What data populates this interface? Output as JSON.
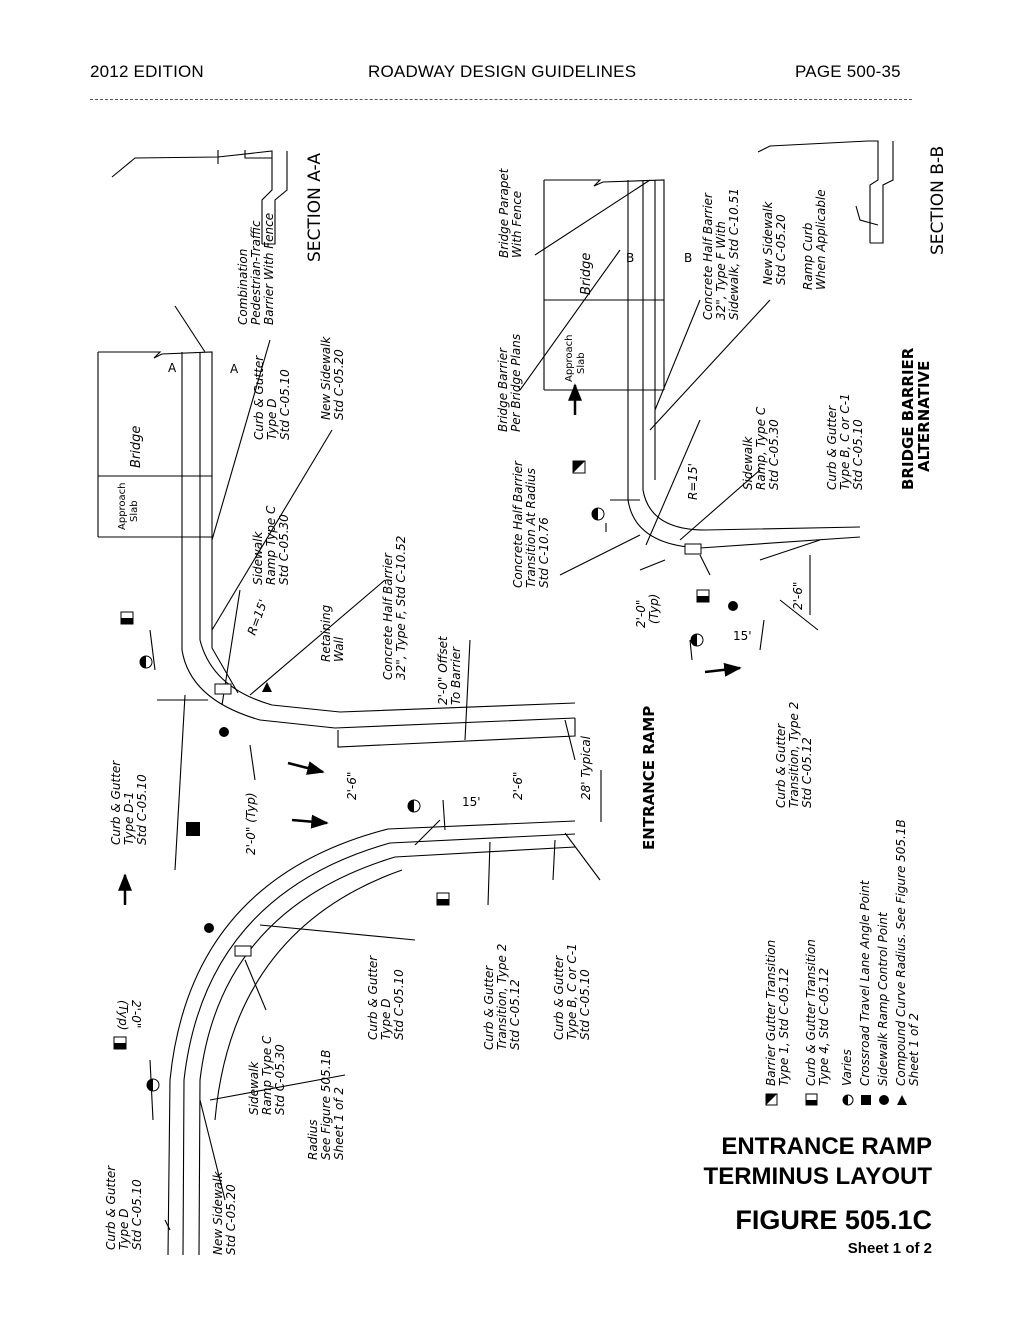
{
  "header": {
    "left": "2012 EDITION",
    "center": "ROADWAY DESIGN GUIDELINES",
    "right": "PAGE 500-35"
  },
  "labels": {
    "section_aa": "SECTION A-A",
    "section_bb": "SECTION B-B",
    "combination_barrier": [
      "Combination",
      "Pedestrian-Traffic",
      "Barrier With Fence"
    ],
    "curb_gutter_d_top": [
      "Curb & Gutter",
      "Type D",
      "Std C-05.10"
    ],
    "new_sidewalk_top": [
      "New Sidewalk",
      "Std C-05.20"
    ],
    "sidewalk_ramp_c_top": [
      "Sidewalk",
      "Ramp Type C",
      "Std C-05.30"
    ],
    "concrete_half_barrier_top": [
      "Concrete Half Barrier",
      "32\", Type F, Std C-10.52"
    ],
    "retaining_wall": [
      "Retaining",
      "Wall"
    ],
    "offset_to_barrier": [
      "2'-0\" Offset",
      "To Barrier"
    ],
    "curb_gutter_d1": [
      "Curb & Gutter",
      "Type D-1",
      "Std C-05.10"
    ],
    "two_ft_typ": "2'-0\" (Typ)",
    "two_ft_six_a": "2'-6\"",
    "two_ft_six_b": "2'-6\"",
    "fifteen_ft_a": "15'",
    "twenty_eight_typical": "28' Typical",
    "two_ft_typ_b": [
      "2'-0\"",
      "(Typ)"
    ],
    "r15_a": "R=15'",
    "curb_gutter_d_mid": [
      "Curb & Gutter",
      "Type D",
      "Std C-05.10"
    ],
    "curb_gutter_transition_2_a": [
      "Curb & Gutter",
      "Transition, Type 2",
      "Std C-05.12"
    ],
    "curb_gutter_bc_c1_a": [
      "Curb & Gutter",
      "Type B, C or C-1",
      "Std C-05.10"
    ],
    "sidewalk_ramp_c_mid": [
      "Sidewalk",
      "Ramp Type C",
      "Std C-05.30"
    ],
    "radius_see": [
      "Radius",
      "See Figure 505.1B",
      "Sheet 1 of 2"
    ],
    "curb_gutter_d_bot": [
      "Curb & Gutter",
      "Type D",
      "Std C-05.10"
    ],
    "new_sidewalk_bot": [
      "New Sidewalk",
      "Std C-05.20"
    ],
    "approach_slab_a": [
      "Approach",
      "Slab"
    ],
    "bridge_a": "Bridge",
    "approach_slab_b": [
      "Approach",
      "Slab"
    ],
    "bridge_b": "Bridge",
    "section_marker_a1": "A",
    "section_marker_a2": "A",
    "section_marker_b1": "B",
    "section_marker_b2": "B",
    "entrance_ramp": "ENTRANCE RAMP",
    "bridge_barrier_per": [
      "Bridge Barrier",
      "Per Bridge Plans"
    ],
    "bridge_parapet": [
      "Bridge Parapet",
      "With Fence"
    ],
    "concrete_half_barrier_f": [
      "Concrete Half Barrier",
      "32\", Type F With",
      "Sidewalk, Std C-10.51"
    ],
    "new_sidewalk_b": [
      "New Sidewalk",
      "Std C-05.20"
    ],
    "ramp_curb": [
      "Ramp Curb",
      "When Applicable"
    ],
    "concrete_transition_radius": [
      "Concrete Half Barrier",
      "Transition At Radius",
      "Std C-10.76"
    ],
    "r15_b": "R=15'",
    "sidewalk_ramp_c_b": [
      "Sidewalk",
      "Ramp, Type C",
      "Std C-05.30"
    ],
    "curb_gutter_bc_c1_b": [
      "Curb & Gutter",
      "Type B, C or C-1",
      "Std C-05.10"
    ],
    "bridge_barrier_alternative": [
      "BRIDGE BARRIER",
      "ALTERNATIVE"
    ],
    "two_ft_six_c": "2'-6\"",
    "fifteen_ft_b": "15'",
    "curb_gutter_transition_2_b": [
      "Curb & Gutter",
      "Transition, Type 2",
      "Std C-05.12"
    ]
  },
  "legend": [
    {
      "symbol": "half-diag-square",
      "text": [
        "Barrier Gutter Transition",
        "Type 1, Std C-05.12"
      ]
    },
    {
      "symbol": "half-square",
      "text": [
        "Curb & Gutter Transition",
        "Type 4, Std C-05.12"
      ]
    },
    {
      "symbol": "half-circle",
      "text": [
        "Varies"
      ]
    },
    {
      "symbol": "filled-square",
      "text": [
        "Crossroad Travel Lane Angle Point"
      ]
    },
    {
      "symbol": "filled-circle",
      "text": [
        "Sidewalk Ramp Control Point"
      ]
    },
    {
      "symbol": "filled-triangle",
      "text": [
        "Compound Curve Radius. See Figure 505.1B",
        "Sheet 1 of 2"
      ]
    }
  ],
  "title": {
    "line1": "ENTRANCE RAMP",
    "line2": "TERMINUS LAYOUT",
    "figure": "FIGURE 505.1C",
    "sheet": "Sheet 1 of 2"
  }
}
